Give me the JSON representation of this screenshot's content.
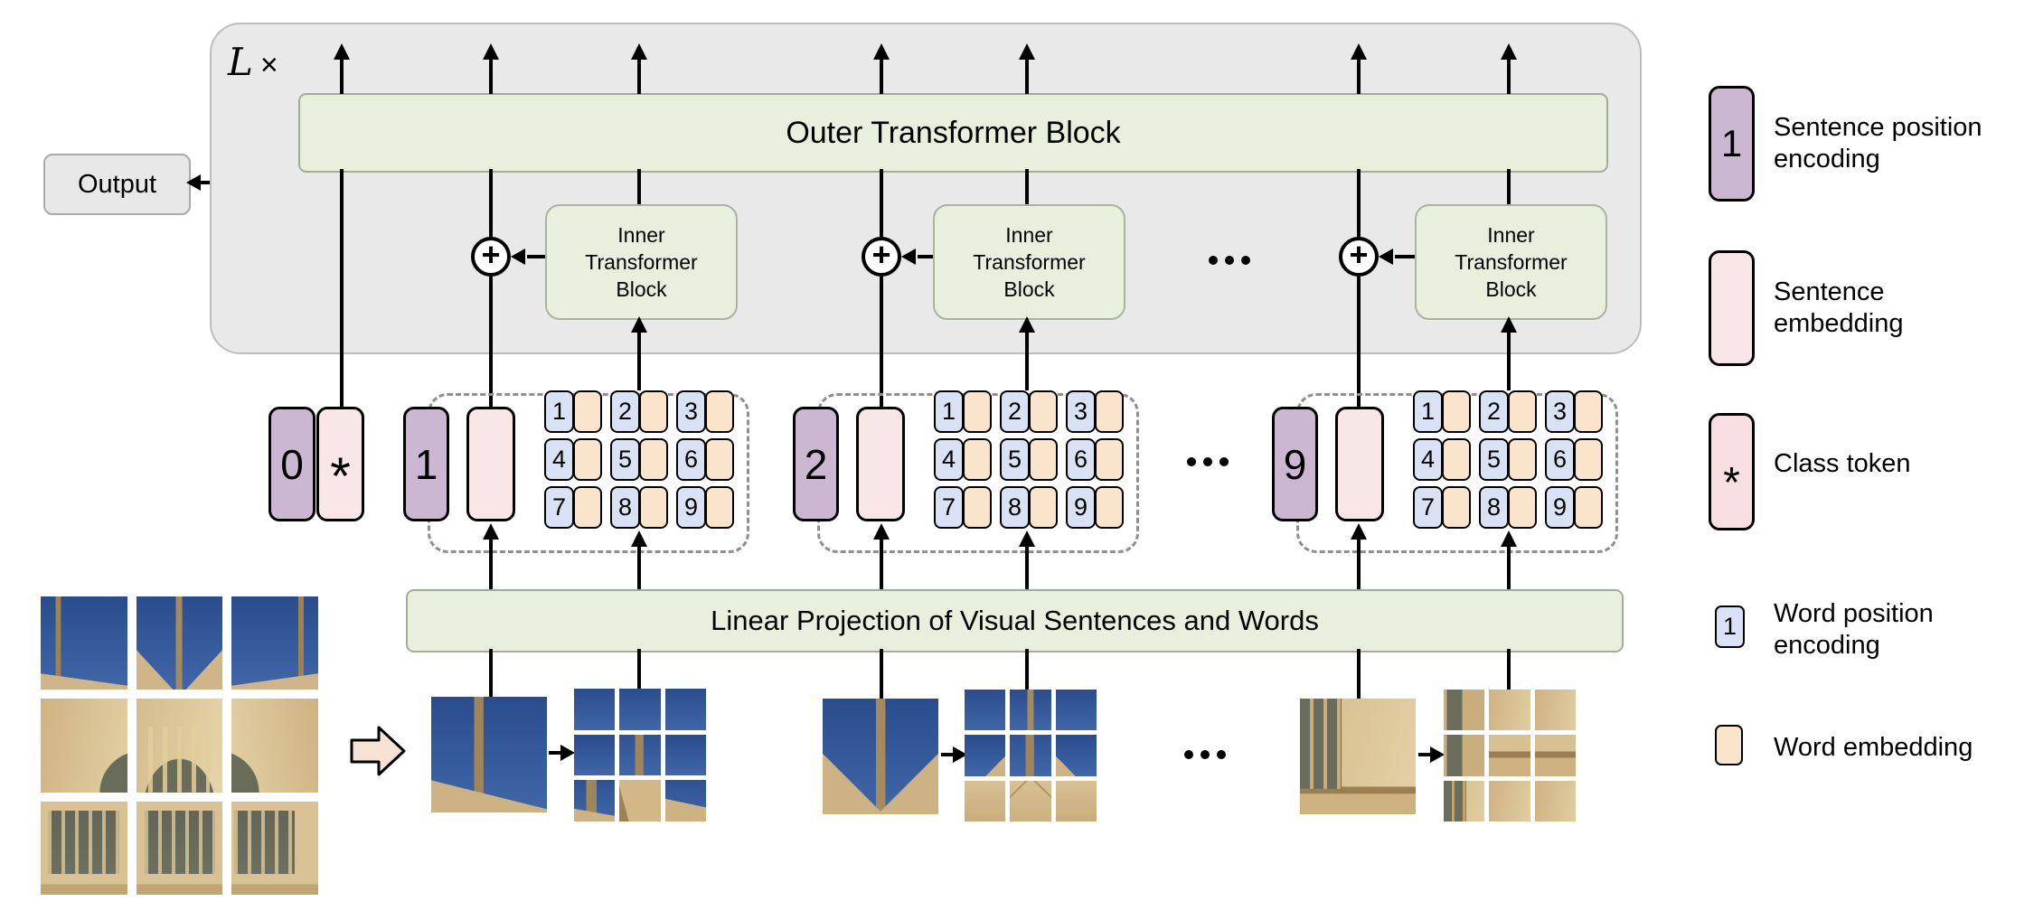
{
  "diagram": {
    "loop_label": {
      "variable": "L",
      "times": "×"
    },
    "output_label": "Output",
    "outer_block_label": "Outer Transformer Block",
    "inner_block_lines": [
      "Inner",
      "Transformer",
      "Block"
    ],
    "linear_projection_label": "Linear Projection of Visual Sentences and Words",
    "plus_symbol": "+",
    "ellipsis": "...",
    "class_token": {
      "position_label": "0",
      "symbol": "*"
    },
    "sentence_groups": [
      {
        "position_label": "1"
      },
      {
        "position_label": "2"
      },
      {
        "position_label": "9"
      }
    ],
    "word_position_labels": [
      "1",
      "2",
      "3",
      "4",
      "5",
      "6",
      "7",
      "8",
      "9"
    ]
  },
  "legend": {
    "items": [
      {
        "symbol": "1",
        "label_lines": [
          "Sentence position",
          "encoding"
        ]
      },
      {
        "symbol": "",
        "label_lines": [
          "Sentence",
          "embedding"
        ]
      },
      {
        "symbol": "*",
        "label_lines": [
          "Class token"
        ]
      },
      {
        "symbol": "1",
        "label_lines": [
          "Word position",
          "encoding"
        ]
      },
      {
        "symbol": "",
        "label_lines": [
          "Word embedding"
        ]
      }
    ]
  },
  "images": {
    "full_image": {
      "description": "cathedral facade photo split into 3x3 visual sentences",
      "cells": [
        "sky-spire-left",
        "sky-spire-center",
        "sky-spire-right",
        "wall-arch-left",
        "wall-arch-center",
        "wall-arch-right",
        "window-left",
        "window-center",
        "window-right"
      ]
    },
    "patch_1": {
      "type": "sky with spire (sentence 1)"
    },
    "subgrid_1": {
      "cells": [
        "sky",
        "sky",
        "sky",
        "sky",
        "spire-mid",
        "sky",
        "spire-base",
        "wall-edge",
        "wall-corner"
      ]
    },
    "patch_2": {
      "type": "sky with central spire (sentence 2)"
    },
    "subgrid_2": {
      "cells": [
        "sky",
        "spire-top",
        "sky",
        "wedge-br",
        "spire-mid",
        "wedge-bl",
        "wall-row",
        "wall-apex",
        "wall-row"
      ]
    },
    "patch_9": {
      "type": "stone wall with gothic window (sentence 9)"
    },
    "subgrid_9": {
      "cells": [
        "window-sliver",
        "wall",
        "wall",
        "window-sliver",
        "wall-ledge",
        "wall-ledge",
        "window-dark",
        "wall",
        "wall"
      ]
    }
  },
  "colors": {
    "container_gray": "#e9e9e9",
    "block_green": "#e8f0dd",
    "sentence_position_purple": "#cbb7d1",
    "sentence_embedding_pink": "#f9e7e8",
    "class_token_pink": "#f7dee1",
    "word_position_blue": "#d9e2f4",
    "word_embedding_orange": "#fae5cc",
    "sky_blue": "#2e5191",
    "stone_tan": "#d5bd8f"
  }
}
